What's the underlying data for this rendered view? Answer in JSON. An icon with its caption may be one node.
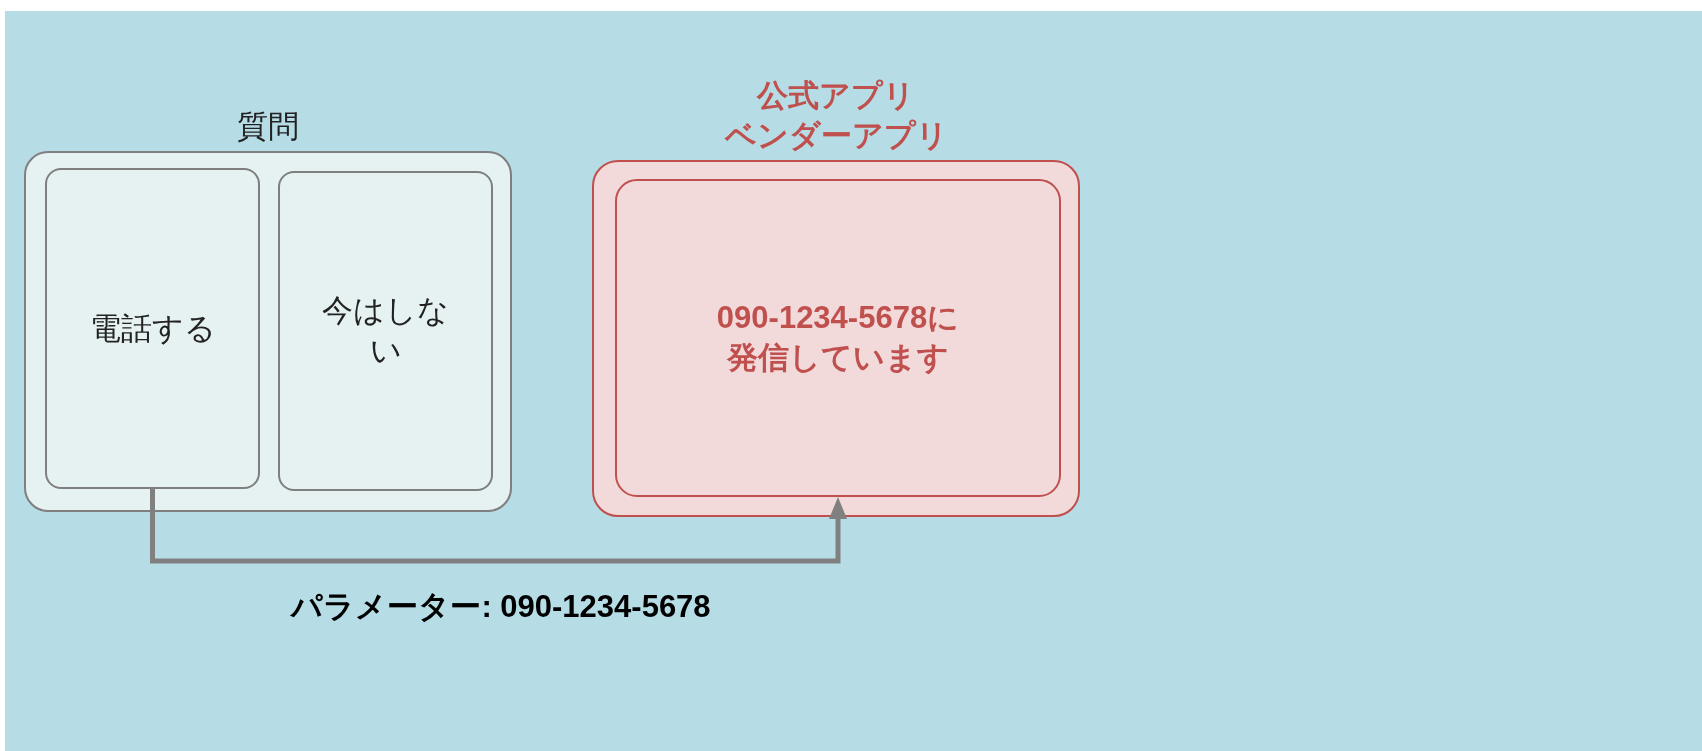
{
  "diagram": {
    "nodes": [
      {
        "text": [
          "質問"
        ]
      },
      {
        "text": [
          "電話する"
        ],
        "in": 0
      },
      {
        "text": [
          "今はしない"
        ],
        "in": 0
      },
      {
        "text": [
          "公式アプリ",
          "ベンダーアプリ"
        ]
      },
      {
        "text": [
          "090-1234-5678に発信しています"
        ],
        "in": 3
      }
    ],
    "edges": [
      {
        "from": 1,
        "to": 4,
        "arrow": "to",
        "label": "パラメーター: 090-1234-5678"
      }
    ]
  }
}
